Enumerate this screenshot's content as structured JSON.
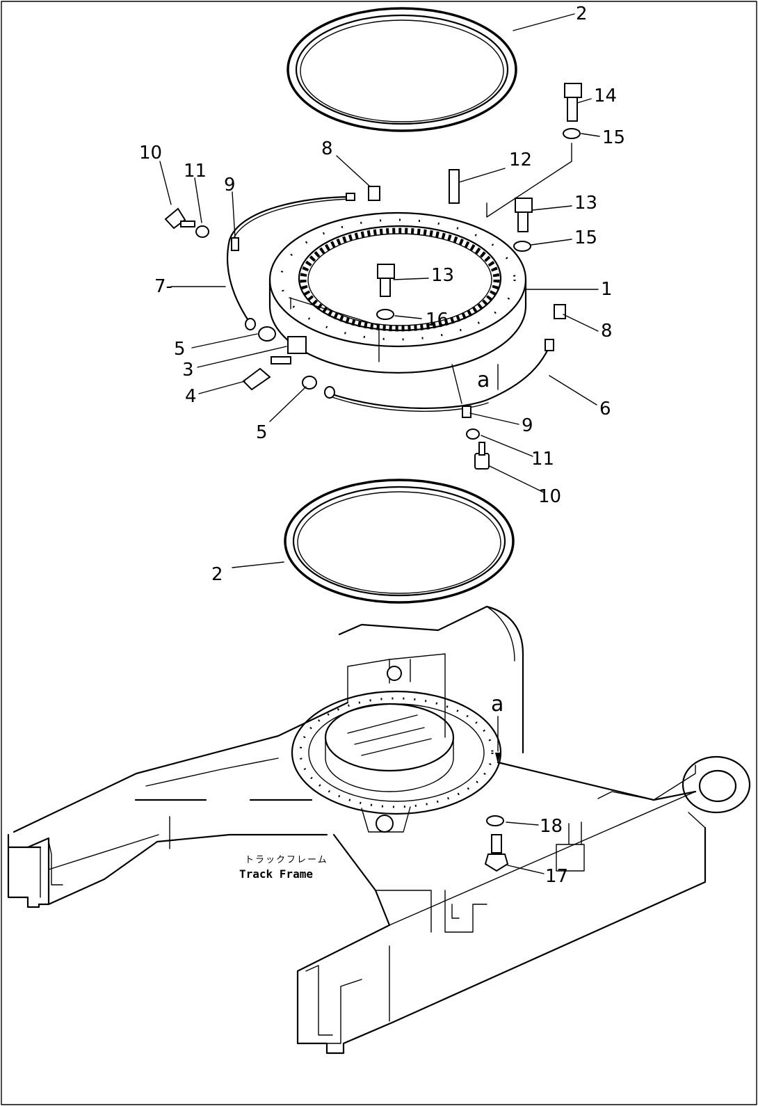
{
  "callouts": [
    {
      "id": "c2a",
      "text": "2"
    },
    {
      "id": "c14",
      "text": "14"
    },
    {
      "id": "c15a",
      "text": "15"
    },
    {
      "id": "c10a",
      "text": "10"
    },
    {
      "id": "c11a",
      "text": "11"
    },
    {
      "id": "c9a",
      "text": "9"
    },
    {
      "id": "c8a",
      "text": "8"
    },
    {
      "id": "c12",
      "text": "12"
    },
    {
      "id": "c13a",
      "text": "13"
    },
    {
      "id": "c15b",
      "text": "15"
    },
    {
      "id": "c7",
      "text": "7-"
    },
    {
      "id": "c13b",
      "text": "13"
    },
    {
      "id": "c1",
      "text": "1"
    },
    {
      "id": "c16",
      "text": "16"
    },
    {
      "id": "c8b",
      "text": "8"
    },
    {
      "id": "c5a",
      "text": "5"
    },
    {
      "id": "c3",
      "text": "3"
    },
    {
      "id": "c4",
      "text": "4"
    },
    {
      "id": "c6",
      "text": "6"
    },
    {
      "id": "c5b",
      "text": "5"
    },
    {
      "id": "c9b",
      "text": "9"
    },
    {
      "id": "c11b",
      "text": "11"
    },
    {
      "id": "c10b",
      "text": "10"
    },
    {
      "id": "c2b",
      "text": "2"
    },
    {
      "id": "c18",
      "text": "18"
    },
    {
      "id": "c17",
      "text": "17"
    }
  ],
  "reference_marks": [
    "a",
    "a"
  ],
  "track_frame": {
    "label_jp": "トラックフレーム",
    "label_en": "Track Frame"
  }
}
